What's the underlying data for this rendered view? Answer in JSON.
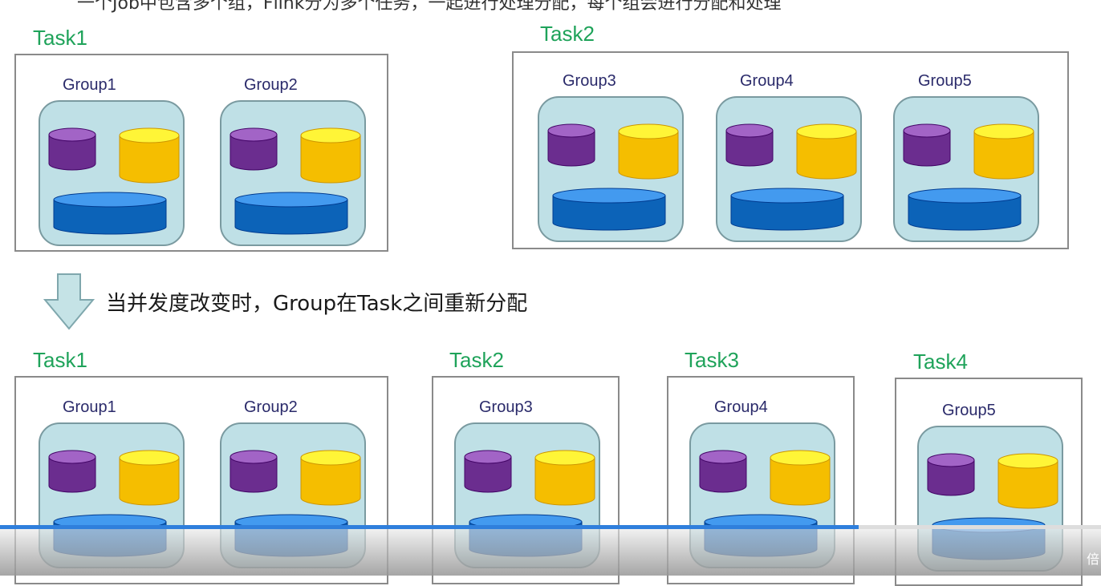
{
  "top_text": "一个Job中包含多个组，Flink分为多个任务，一起进行处理分配，每个组会进行分配和处理",
  "caption": "当并发度改变时，Group在Task之间重新分配",
  "before": {
    "tasks": [
      {
        "title": "Task1",
        "groups": [
          "Group1",
          "Group2"
        ]
      },
      {
        "title": "Task2",
        "groups": [
          "Group3",
          "Group4",
          "Group5"
        ]
      }
    ]
  },
  "after": {
    "tasks": [
      {
        "title": "Task1",
        "groups": [
          "Group1",
          "Group2"
        ]
      },
      {
        "title": "Task2",
        "groups": [
          "Group3"
        ]
      },
      {
        "title": "Task3",
        "groups": [
          "Group4"
        ]
      },
      {
        "title": "Task4",
        "groups": [
          "Group5"
        ]
      }
    ]
  },
  "colors": {
    "task_title": "#1fa35a",
    "group_fill": "#bfe0e6",
    "cyl_purple": "#6b2d8f",
    "cyl_yellow": "#f5be00",
    "cyl_blue": "#0c63b8",
    "arrow_fill": "#c5e3e6",
    "progress": "#2f7fdc"
  },
  "player": {
    "progress_fraction": 0.78,
    "corner_label": "倍"
  }
}
